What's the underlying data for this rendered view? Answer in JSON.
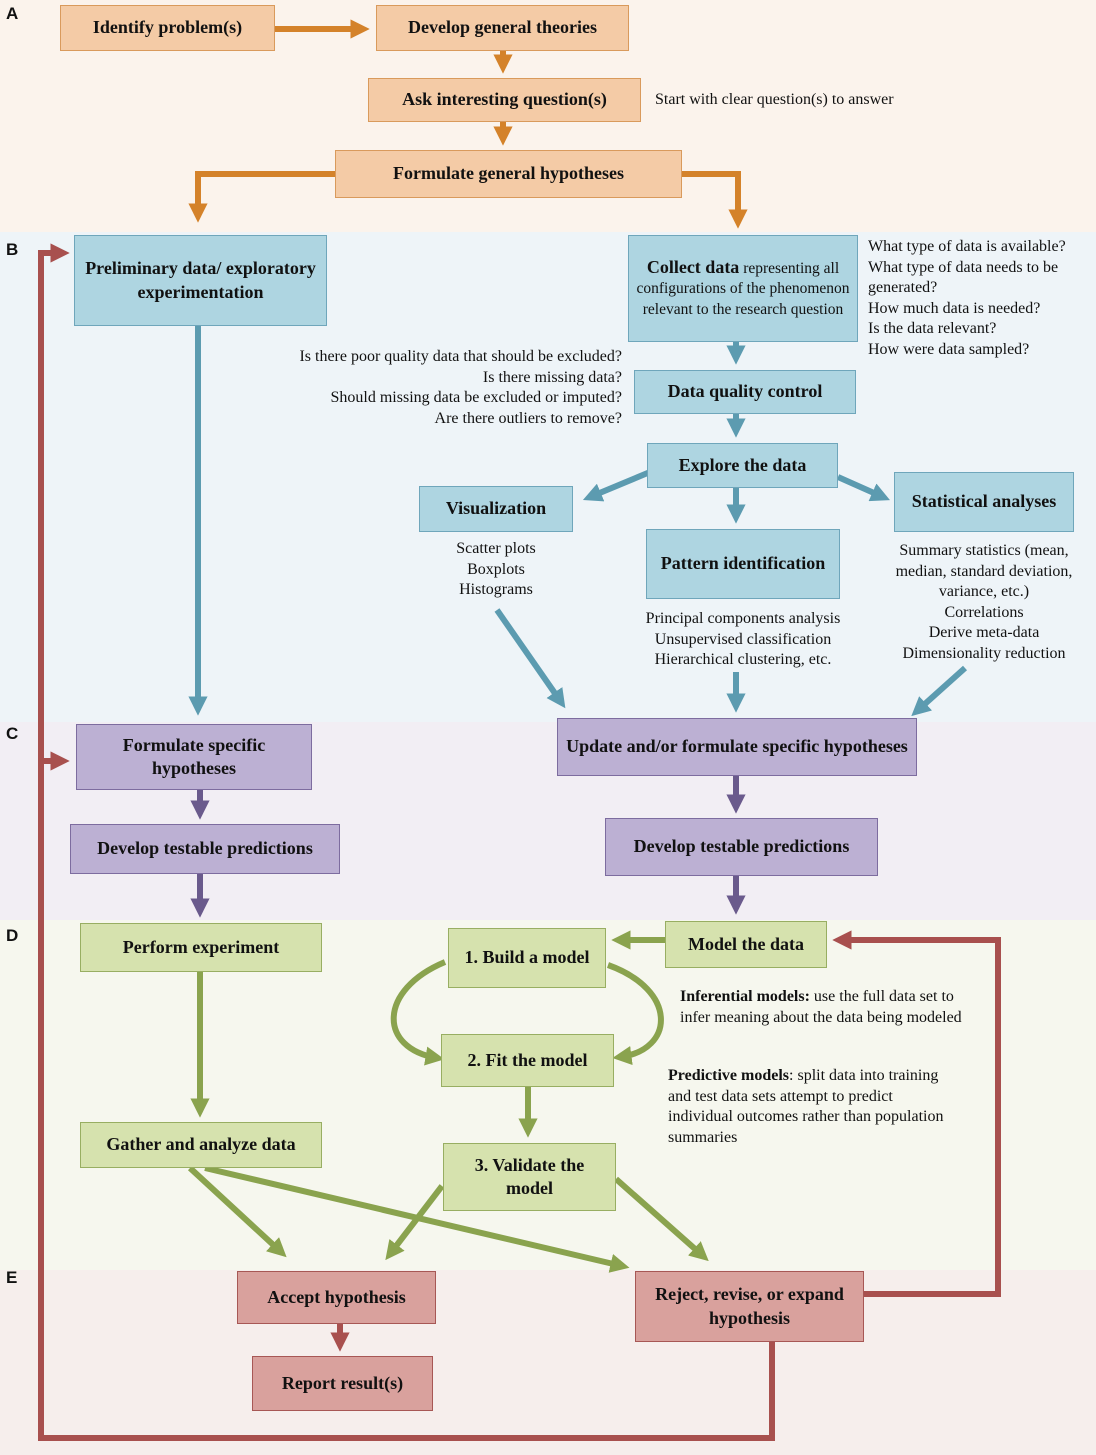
{
  "sections": [
    "A",
    "B",
    "C",
    "D",
    "E"
  ],
  "boxes": {
    "identify": "Identify problem(s)",
    "theories": "Develop general theories",
    "ask": "Ask interesting question(s)",
    "formulate_general": "Formulate general hypotheses",
    "preliminary": "Preliminary data/ exploratory experimentation",
    "collect_bold": "Collect data",
    "collect_rest": "representing all configurations of the phenomenon relevant to the research question",
    "quality": "Data quality control",
    "explore": "Explore the data",
    "visualization": "Visualization",
    "pattern": "Pattern identification",
    "statistical": "Statistical analyses",
    "formulate_specific": "Formulate specific hypotheses",
    "develop_left": "Develop testable predictions",
    "update": "Update and/or formulate specific hypotheses",
    "develop_right": "Develop testable predictions",
    "perform": "Perform experiment",
    "build": "1. Build a model",
    "model_data": "Model the data",
    "fit": "2. Fit the model",
    "gather": "Gather and analyze data",
    "validate": "3. Validate the model",
    "accept": "Accept hypothesis",
    "reject": "Reject, revise, or expand hypothesis",
    "report": "Report result(s)"
  },
  "notes": {
    "question": "Start with clear question(s) to answer",
    "collect_questions": [
      "What type of data is available?",
      "What type of data needs to be generated?",
      "How much data is needed?",
      "Is the data relevant?",
      "How were data sampled?"
    ],
    "quality_questions": [
      "Is there poor quality data that should be excluded?",
      "Is there missing data?",
      "Should missing data be excluded or imputed?",
      "Are there outliers to remove?"
    ],
    "visualization_items": [
      "Scatter plots",
      "Boxplots",
      "Histograms"
    ],
    "pattern_items": [
      "Principal components analysis",
      "Unsupervised classification",
      "Hierarchical clustering, etc."
    ],
    "statistical_items": [
      "Summary statistics (mean, median, standard deviation, variance, etc.)",
      "Correlations",
      "Derive meta-data",
      "Dimensionality reduction"
    ],
    "inferential_bold": "Inferential models:",
    "inferential_rest": "use the full data set to infer meaning about the data being modeled",
    "predictive_bold": "Predictive models",
    "predictive_rest": ": split data into training and test data sets attempt to predict individual outcomes rather than population summaries"
  },
  "colors": {
    "orange": "#d4822a",
    "blue": "#5c9bb0",
    "purple": "#6a5a8c",
    "green": "#8aa34e",
    "red": "#a8504e"
  }
}
